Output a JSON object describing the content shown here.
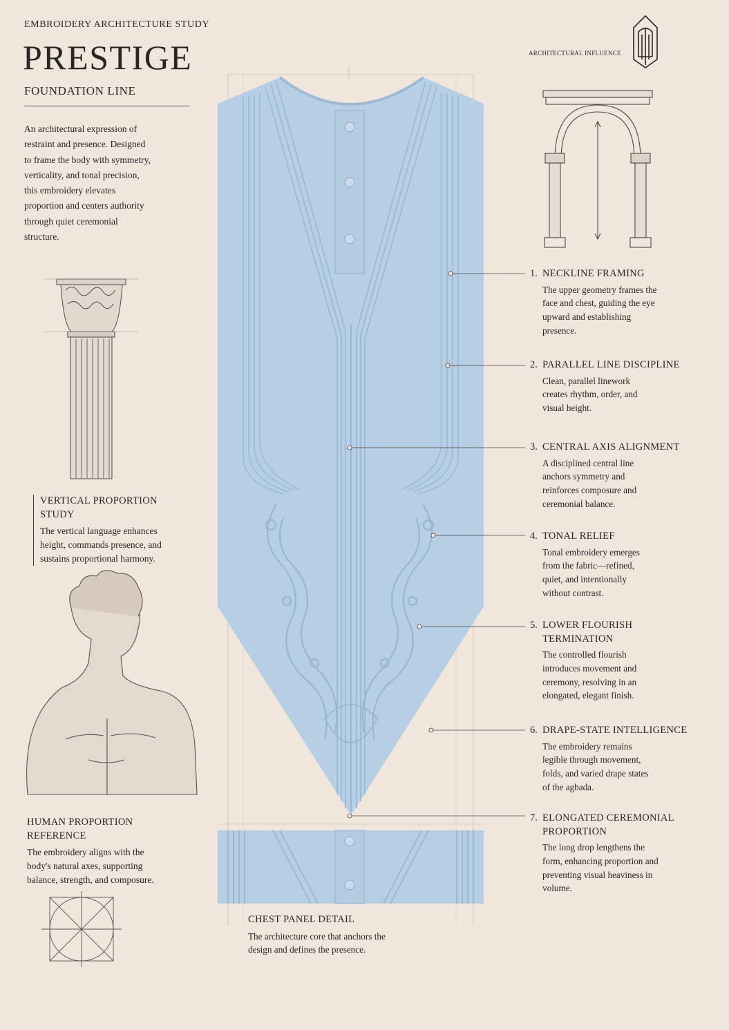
{
  "header": {
    "eyebrow": "EMBROIDERY ARCHITECTURE STUDY",
    "title": "PRESTIGE",
    "subtitle": "FOUNDATION LINE",
    "intro": "An architectural expression of restraint and presence. Designed to frame the body with symmetry, verticality, and tonal precision, this embroidery elevates proportion and centers authority through quiet ceremonial structure."
  },
  "architectural_influence": {
    "label": "ARCHITECTURAL INFLUENCE",
    "logo_icon": "stacked-arch-logo-icon",
    "illustration": "arch-with-columns-icon"
  },
  "vertical_proportion": {
    "heading": "VERTICAL PROPORTION STUDY",
    "body": "The vertical language enhances height, commands presence, and sustains proportional harmony.",
    "illustration": "corinthian-column-icon"
  },
  "human_proportion": {
    "heading": "HUMAN PROPORTION REFERENCE",
    "body": "The embroidery aligns with the body's natural axes, supporting balance, strength, and composure.",
    "illustration": "classical-bust-icon",
    "diagram": "proportion-circle-icon"
  },
  "chest_panel": {
    "heading": "CHEST PANEL DETAIL",
    "body": "The architecture core that anchors the design and defines the presence."
  },
  "garment": {
    "fabric_color": "#b7cfe4",
    "embroidery_color": "#a4bfd8",
    "shadow_color": "#8aa7c4"
  },
  "annotations": [
    {
      "num": "1.",
      "title": "NECKLINE FRAMING",
      "body": "The upper geometry frames the face and chest, guiding the eye upward and establishing presence."
    },
    {
      "num": "2.",
      "title": "PARALLEL LINE DISCIPLINE",
      "body": "Clean, parallel linework creates rhythm, order, and visual height."
    },
    {
      "num": "3.",
      "title": "CENTRAL AXIS ALIGNMENT",
      "body": "A disciplined central line anchors symmetry and reinforces composure and ceremonial balance."
    },
    {
      "num": "4.",
      "title": "TONAL RELIEF",
      "body": "Tonal embroidery emerges from the fabric—refined, quiet, and intentionally without contrast."
    },
    {
      "num": "5.",
      "title": "LOWER FLOURISH TERMINATION",
      "body": "The controlled flourish introduces movement and ceremony, resolving in an elongated, elegant finish."
    },
    {
      "num": "6.",
      "title": "DRAPE-STATE INTELLIGENCE",
      "body": "The embroidery remains legible through movement, folds, and varied drape states of the agbada."
    },
    {
      "num": "7.",
      "title": "ELONGATED CEREMONIAL PROPORTION",
      "body": "The long drop lengthens the form, enhancing proportion and preventing visual heaviness in volume."
    }
  ]
}
